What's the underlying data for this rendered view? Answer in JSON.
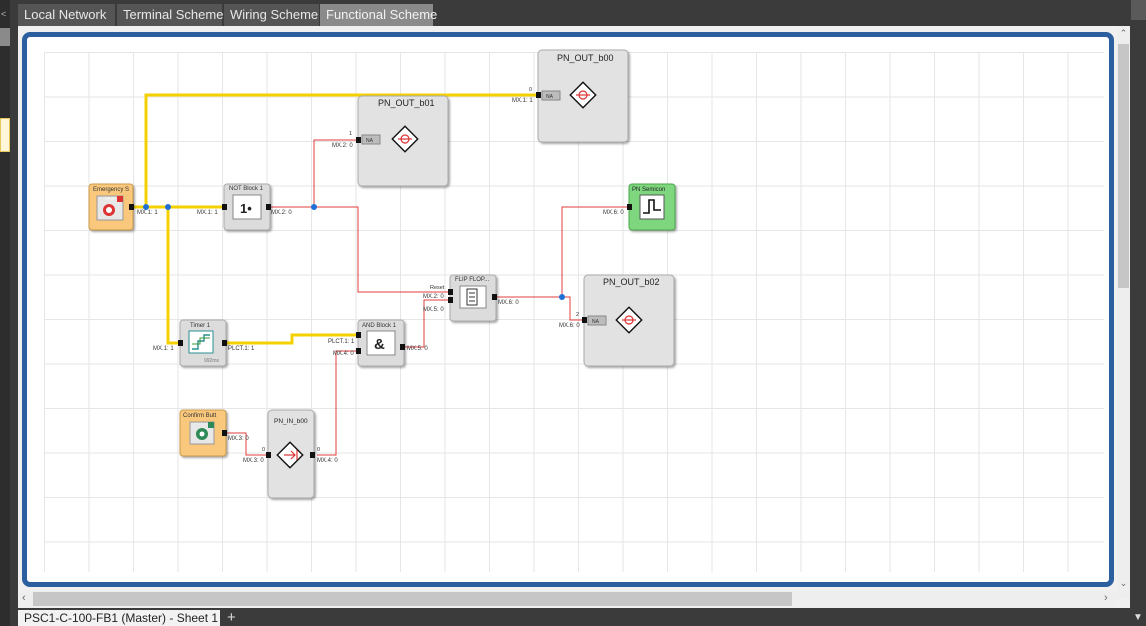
{
  "tabs": [
    {
      "label": "Local Network",
      "active": false
    },
    {
      "label": "Terminal Scheme",
      "active": false
    },
    {
      "label": "Wiring Scheme",
      "active": false
    },
    {
      "label": "Functional Scheme",
      "active": true
    }
  ],
  "left_pane_arrow": "<",
  "blocks": {
    "emergency": {
      "title": "Emergency S",
      "icon_text": "STOP",
      "pin": "MX.1: 1"
    },
    "not_block": {
      "title": "NOT Block 1",
      "symbol": "1•",
      "in": "MX.1: 1",
      "out": "MX.2: 0"
    },
    "timer": {
      "title": "Timer 1",
      "value": "992ms",
      "in": "MX.1: 1",
      "out": "PLCT.1: 1"
    },
    "and_block": {
      "title": "AND Block 1",
      "symbol": "&",
      "in1": "PLCT.1: 1",
      "in2": "MX.4: 0",
      "out": "MX.5: 0"
    },
    "flipflop": {
      "title": "FLIP FLOP...",
      "reset": "Reset",
      "in1": "MX.2: 0",
      "in2": "MX.5: 0",
      "out": "MX.6: 0"
    },
    "confirm": {
      "title": "Confirm Butt",
      "pin": "MX.3: 0"
    },
    "pn_in_b00": {
      "title": "PN_IN_b00",
      "in_index": "0",
      "in": "MX.3: 0",
      "out_index": "0",
      "out": "MX.4: 0"
    },
    "pn_out_b00": {
      "title": "PN_OUT_b00",
      "index": "0",
      "na": "NA",
      "in": "MX.1: 1"
    },
    "pn_out_b01": {
      "title": "PN_OUT_b01",
      "index": "1",
      "na": "NA",
      "in": "MX.2: 0"
    },
    "pn_out_b02": {
      "title": "PN_OUT_b02",
      "index": "2",
      "na": "NA",
      "in": "MX.6: 0"
    },
    "pn_semicon": {
      "title": "PN Semicon",
      "in": "MX.6: 0"
    }
  },
  "sheet_tab": "PSC1-C-100-FB1 (Master) - Sheet 1",
  "sheet_add": "+",
  "colors": {
    "wire_true": "#f5d000",
    "wire_false": "#e03c3c",
    "frame": "#2c5f9e",
    "block_orange": "#f9c87d",
    "block_green": "#7ed67e"
  }
}
